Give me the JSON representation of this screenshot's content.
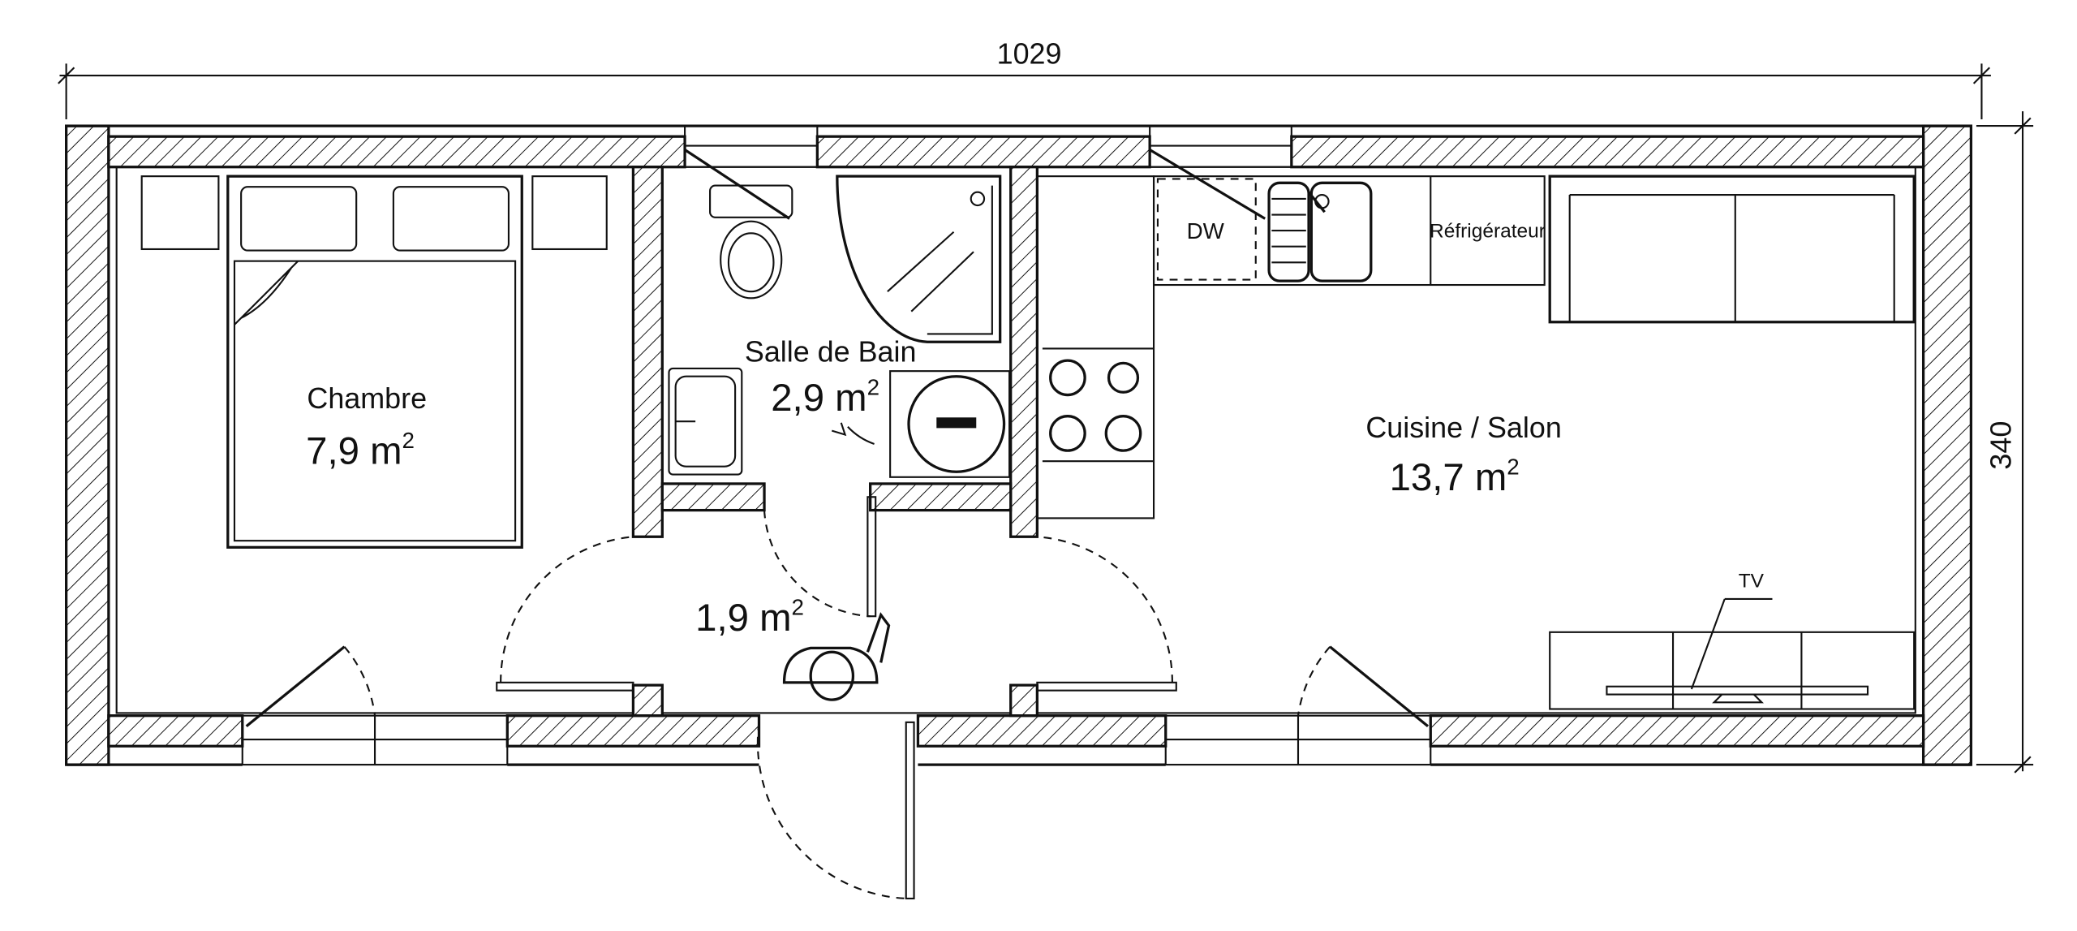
{
  "dimensions": {
    "width": "1029",
    "depth": "340"
  },
  "rooms": {
    "bedroom": {
      "name": "Chambre",
      "area": "7,9 m",
      "sup": "2"
    },
    "bathroom": {
      "name": "Salle de Bain",
      "area": "2,9 m",
      "sup": "2"
    },
    "hall": {
      "area": "1,9 m",
      "sup": "2"
    },
    "living": {
      "name": "Cuisine / Salon",
      "area": "13,7 m",
      "sup": "2"
    }
  },
  "fixtures": {
    "dishwasher": "DW",
    "fridge": "Réfrigérateur",
    "tv": "TV"
  },
  "colors": {
    "line": "#111111",
    "background": "#ffffff"
  }
}
